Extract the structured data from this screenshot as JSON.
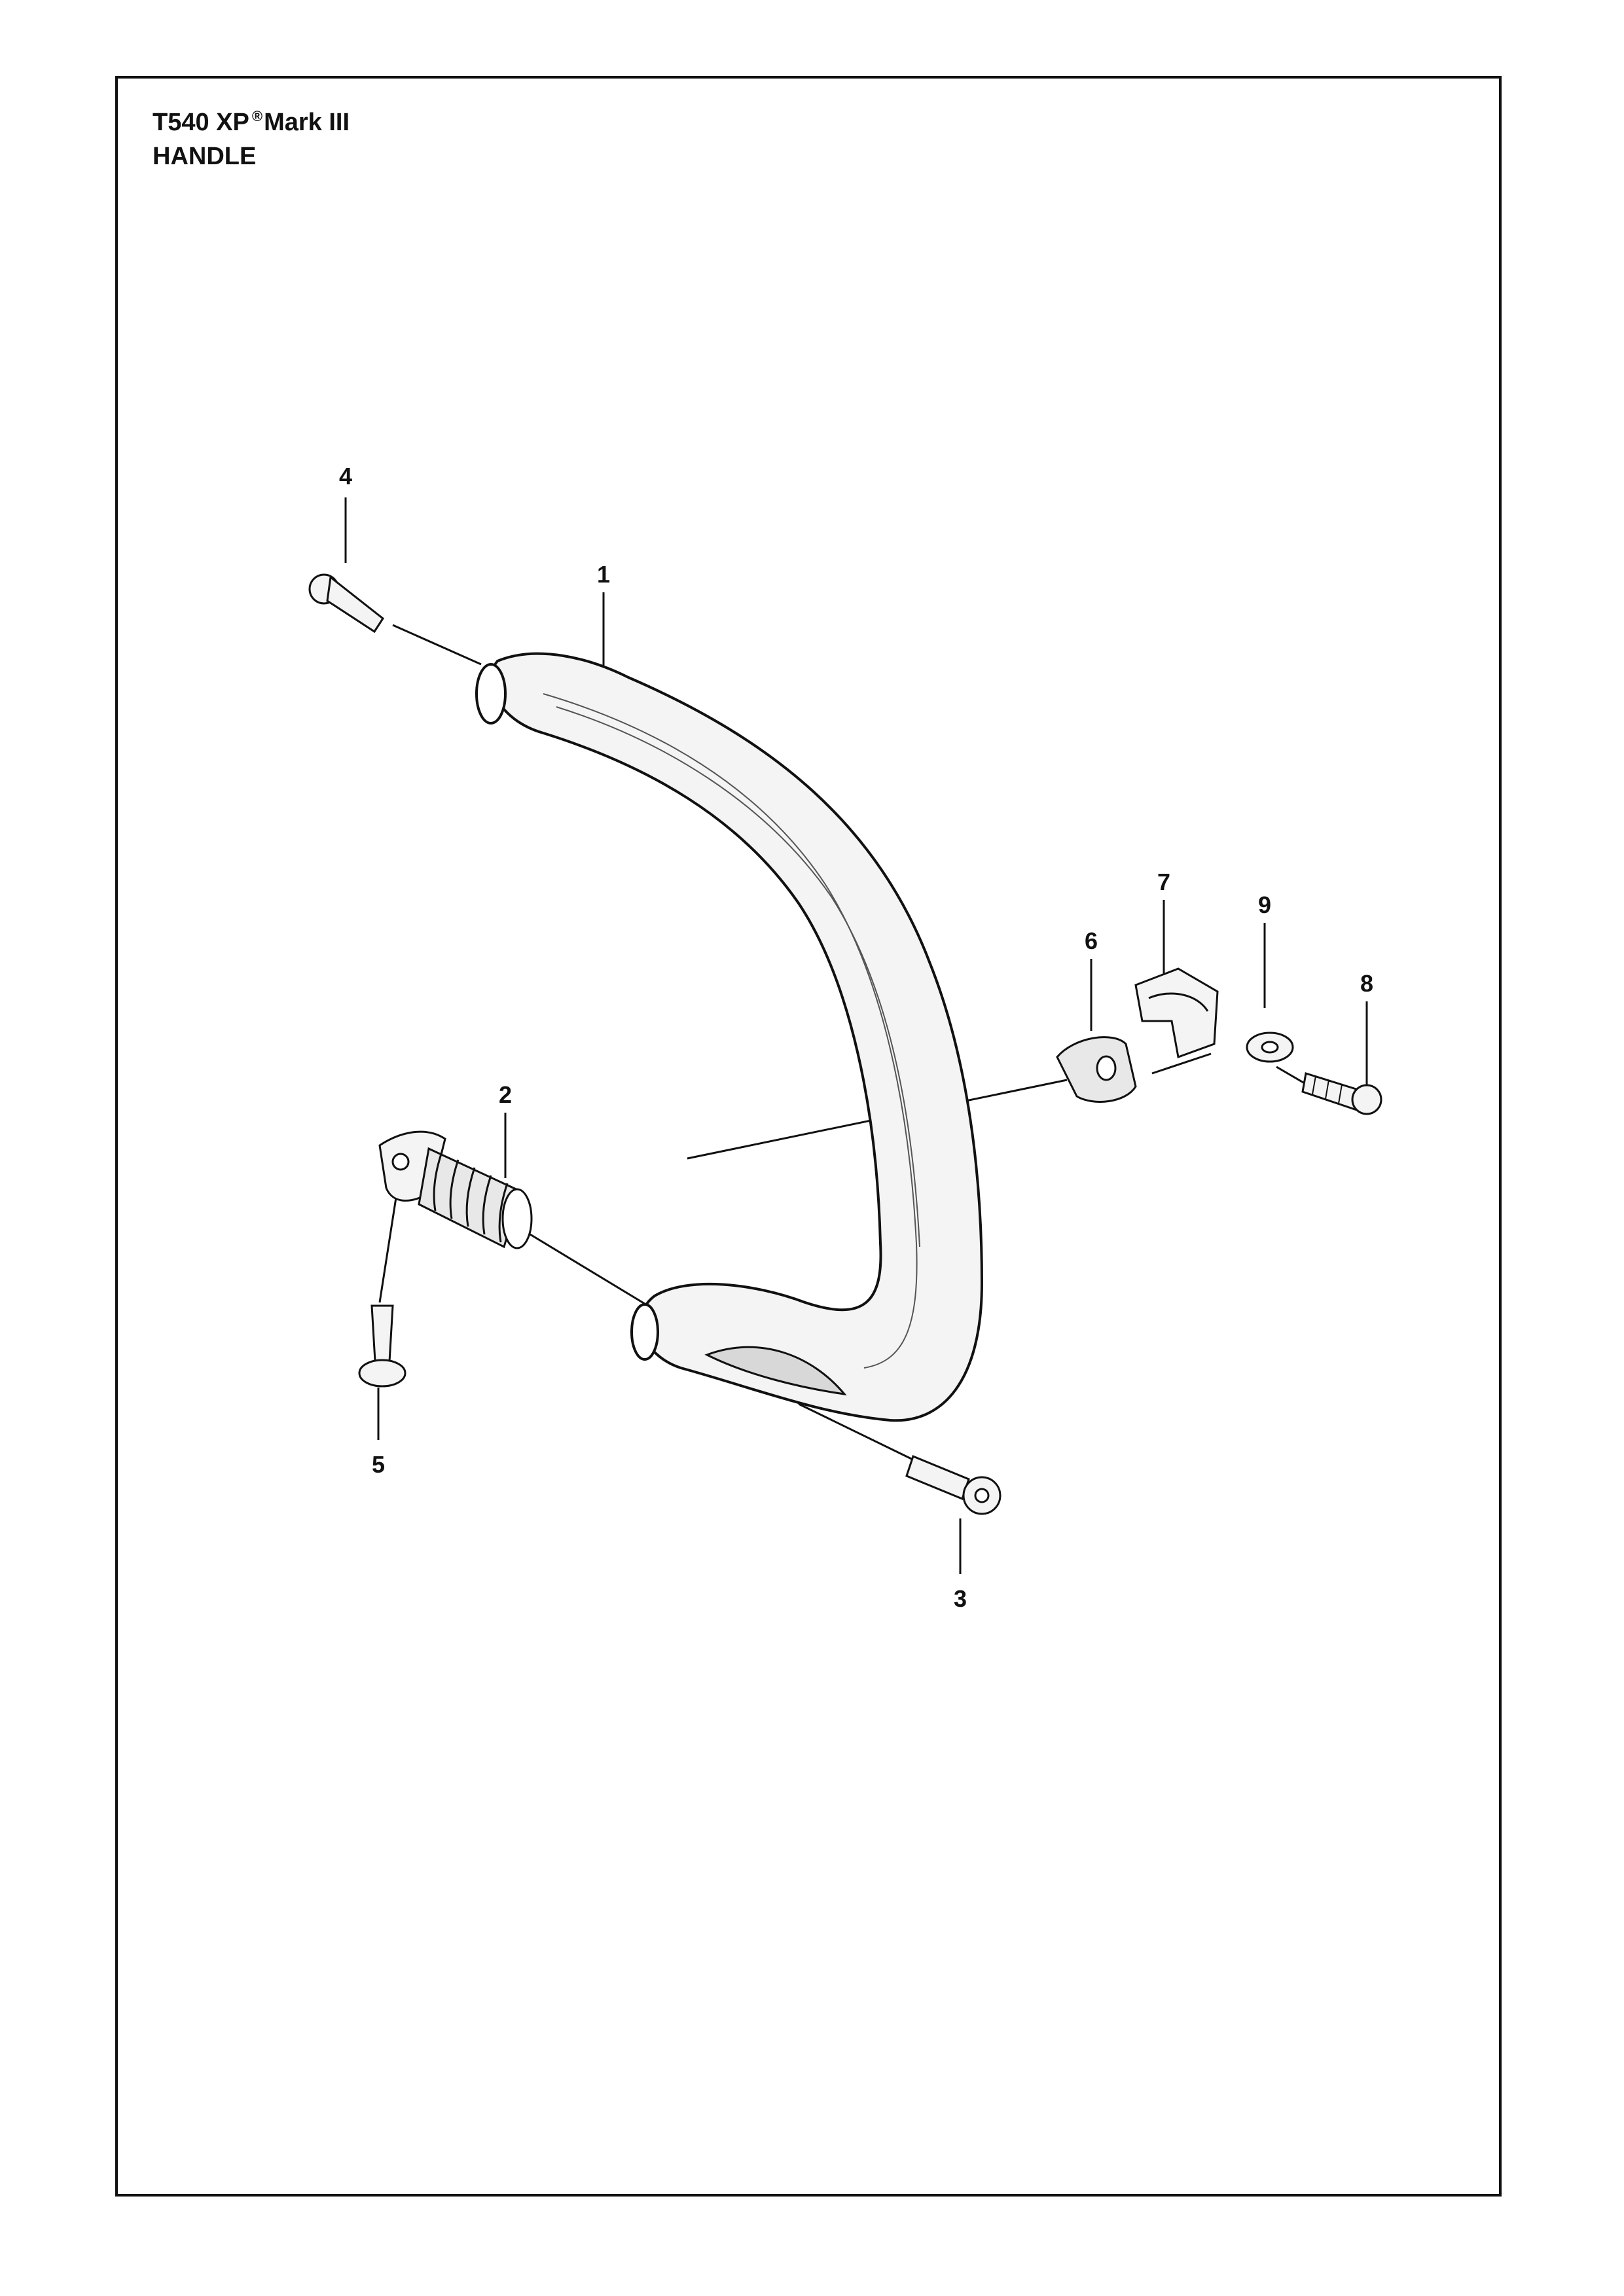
{
  "title": {
    "model": "T540 XP",
    "registered_mark": "®",
    "variant": "Mark III",
    "section": "HANDLE"
  },
  "callouts": [
    {
      "id": "1",
      "label": "1"
    },
    {
      "id": "2",
      "label": "2"
    },
    {
      "id": "3",
      "label": "3"
    },
    {
      "id": "4",
      "label": "4"
    },
    {
      "id": "5",
      "label": "5"
    },
    {
      "id": "6",
      "label": "6"
    },
    {
      "id": "7",
      "label": "7"
    },
    {
      "id": "8",
      "label": "8"
    },
    {
      "id": "9",
      "label": "9"
    }
  ],
  "colors": {
    "line": "#111111",
    "part_fill": "#f4f4f4",
    "shade": "#d8d8d8"
  }
}
